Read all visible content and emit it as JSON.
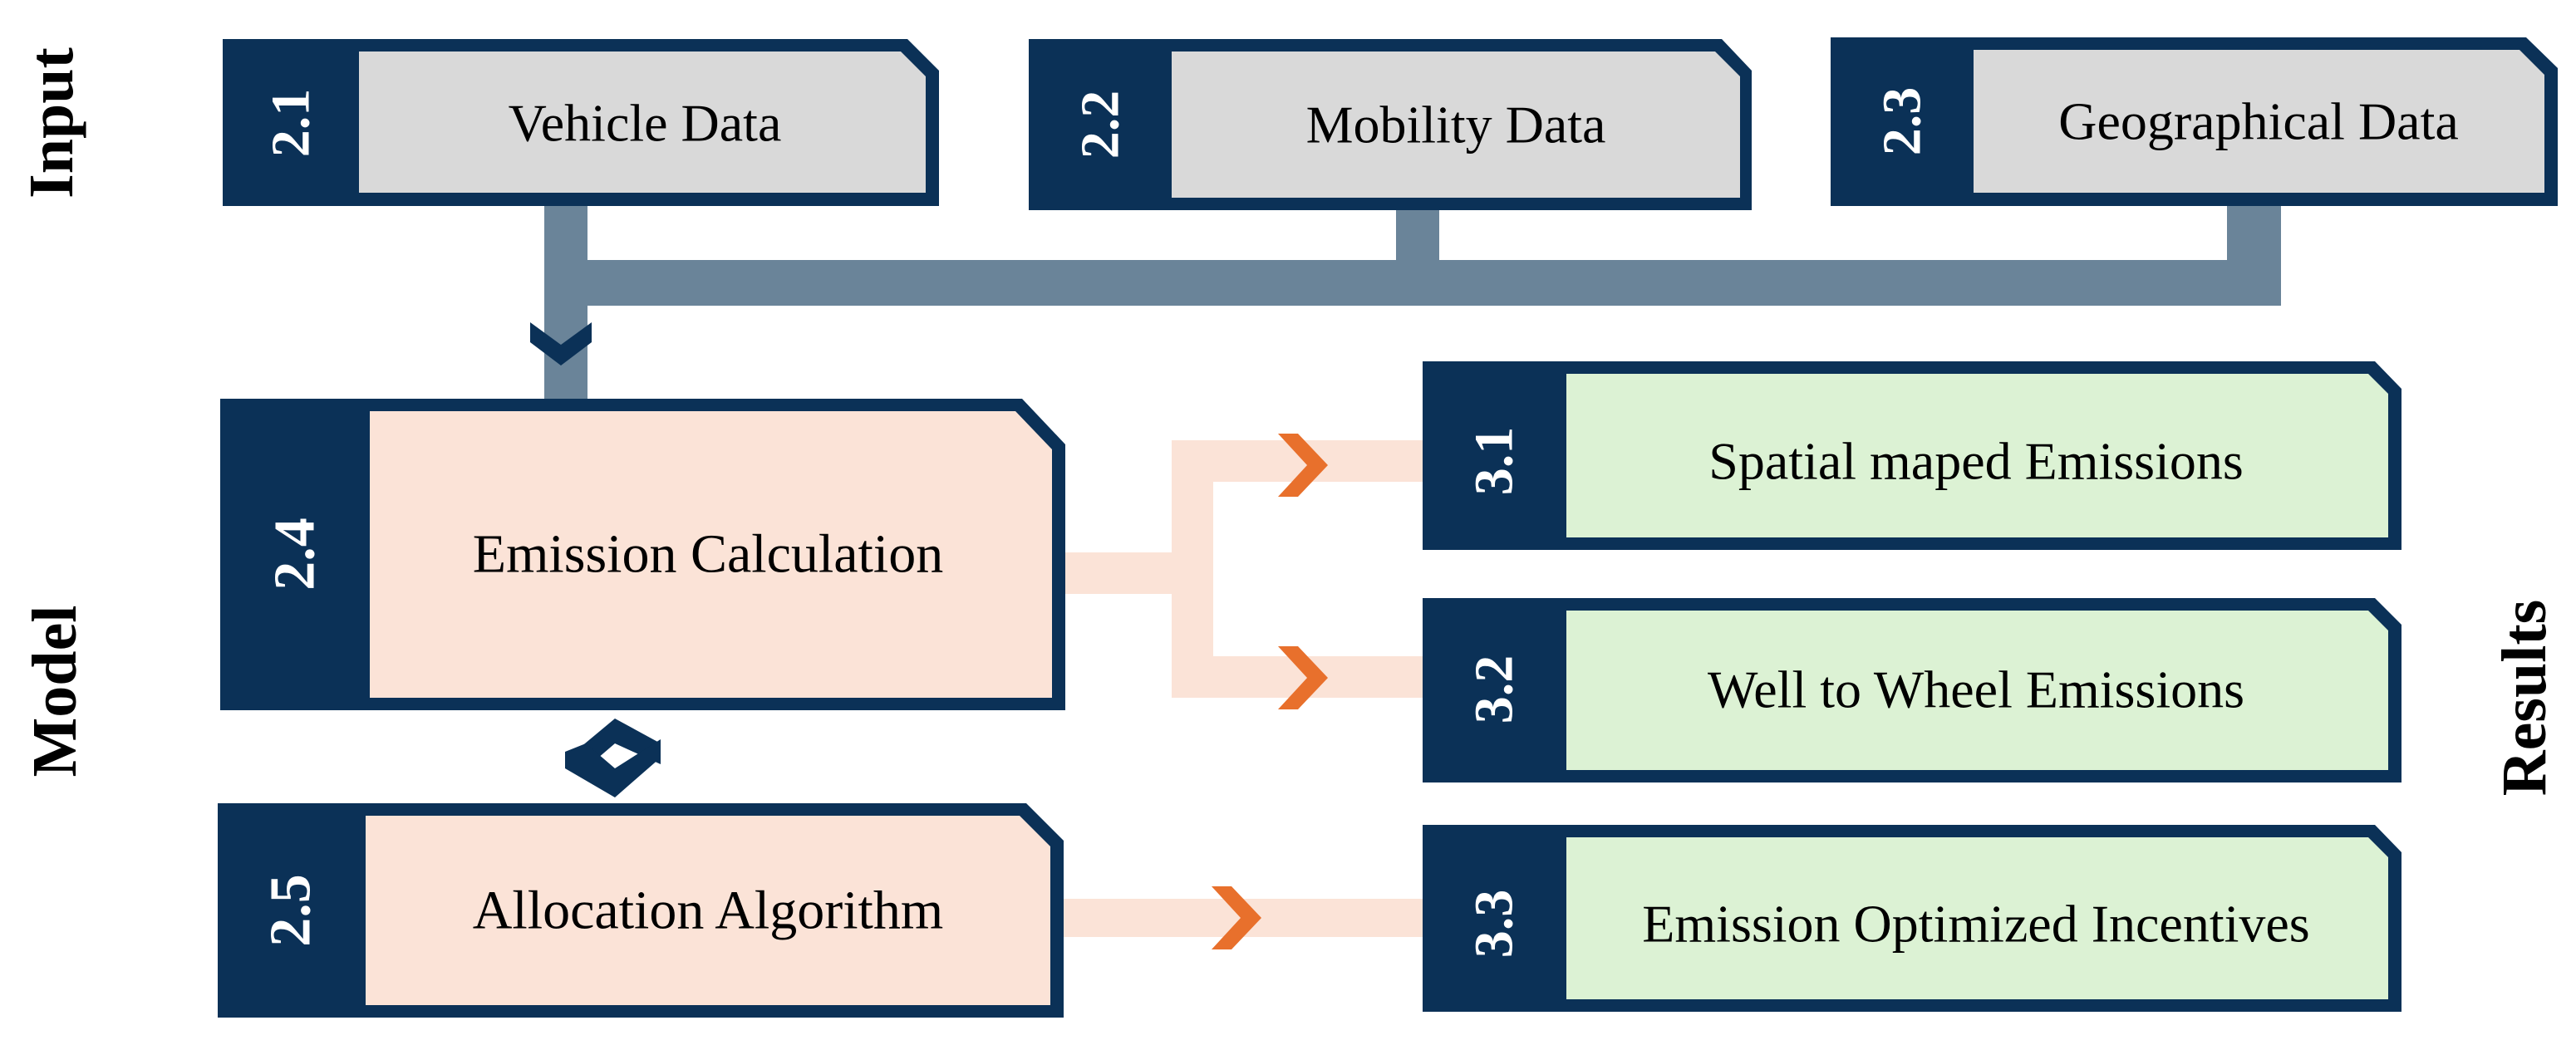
{
  "sections": {
    "input": "Input",
    "model": "Model",
    "results": "Results"
  },
  "boxes": {
    "b21": {
      "number": "2.1",
      "label": "Vehicle Data"
    },
    "b22": {
      "number": "2.2",
      "label": "Mobility Data"
    },
    "b23": {
      "number": "2.3",
      "label": "Geographical Data"
    },
    "b24": {
      "number": "2.4",
      "label": "Emission Calculation"
    },
    "b25": {
      "number": "2.5",
      "label": "Allocation Algorithm"
    },
    "b31": {
      "number": "3.1",
      "label": "Spatial maped Emissions"
    },
    "b32": {
      "number": "3.2",
      "label": "Well to Wheel Emissions"
    },
    "b33": {
      "number": "3.3",
      "label": "Emission Optimized Incentives"
    }
  },
  "colors": {
    "navy": "#0b3157",
    "input_fill": "#d9d9d9",
    "model_fill": "#fbe3d7",
    "result_fill": "#dcf2d4",
    "connector_gray": "#6a8499",
    "connector_peach": "#fbe3d7",
    "arrow_orange": "#e8702c"
  },
  "icons": {
    "down_chevron": "chevron-down-icon",
    "bidirectional": "bidirectional-arrow-icon",
    "right_chevron": "chevron-right-icon"
  }
}
